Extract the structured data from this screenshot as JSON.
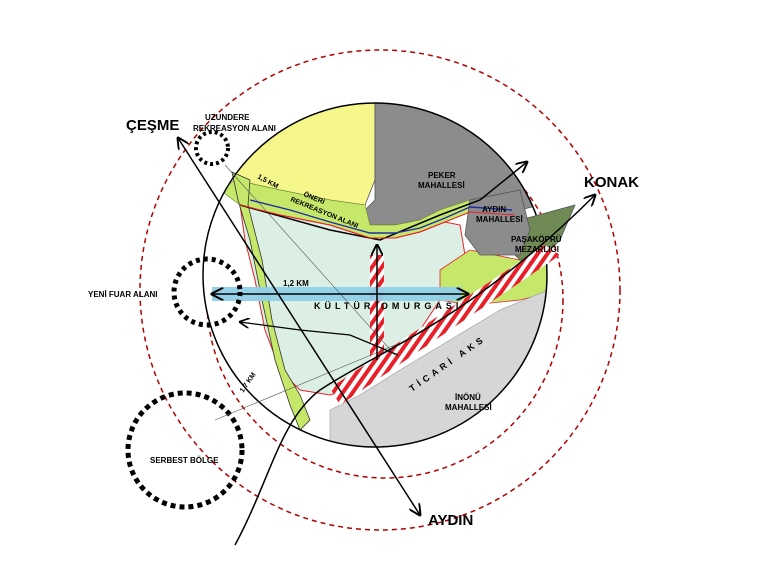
{
  "directions": {
    "cesme": "ÇEŞME",
    "konak": "KONAK",
    "aydin": "AYDIN"
  },
  "areas": {
    "uzundere_line1": "UZUNDERE",
    "uzundere_line2": "REKREASYON ALANI",
    "yeni_fuar": "YENİ FUAR ALANI",
    "serbest_bolge": "SERBEST BÖLGE",
    "peker_line1": "PEKER",
    "peker_line2": "MAHALLESİ",
    "aydin_mah_line1": "AYDIN",
    "aydin_mah_line2": "MAHALLESİ",
    "pasakopru_line1": "PAŞAKÖPRÜ",
    "pasakopru_line2": "MEZARLIĞI",
    "inonu_line1": "İNÖNÜ",
    "inonu_line2": "MAHALLESİ",
    "oneri_line1": "ÖNERİ",
    "oneri_line2": "REKREASYON ALANI"
  },
  "axes": {
    "kultur_omurgasi": "KÜLTÜR OMURGASI",
    "ticari_aks": "TİCARİ AKS"
  },
  "distances": {
    "d1": "1,5 KM",
    "d2": "1,2 KM",
    "d3": "1,7 KM"
  },
  "colors": {
    "yellow_area": "#f6f78a",
    "gray_area": "#8c8c8c",
    "light_gray_area": "#d6d6d6",
    "green_belt": "#c6e86a",
    "core_area": "#dcefe4",
    "culture_axis": "#8fd0e8",
    "red_dashed": "#b30000",
    "hatch_red": "#e8202a",
    "olive_area": "#6f8a55"
  }
}
